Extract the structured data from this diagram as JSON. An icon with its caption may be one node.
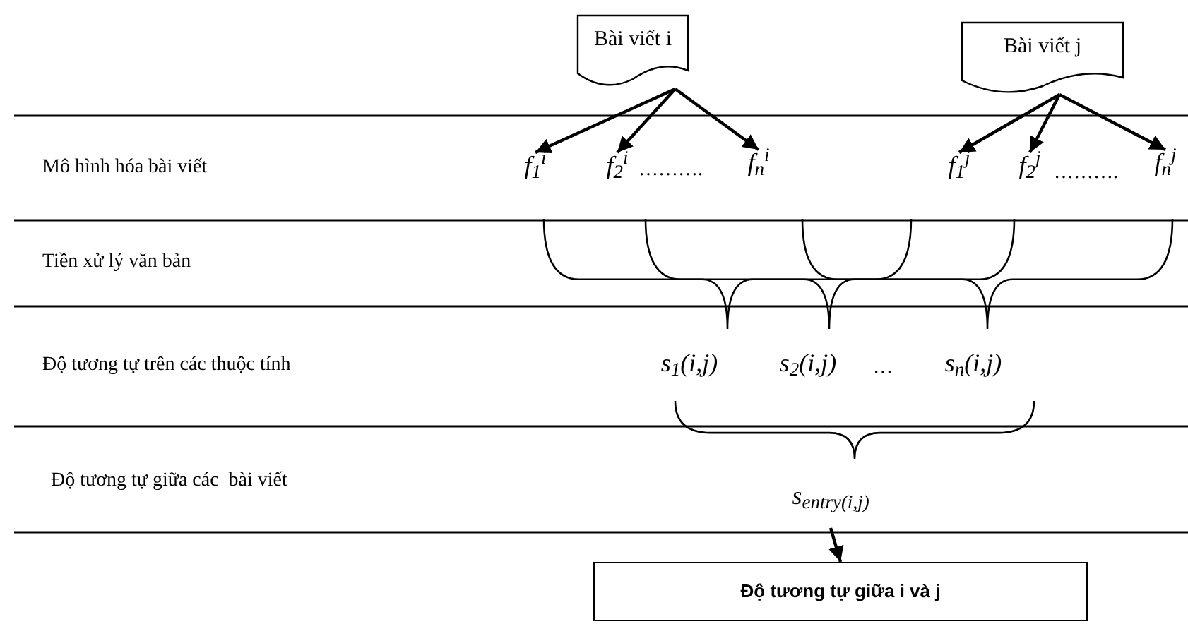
{
  "diagram": {
    "nodes": [
      {
        "text": [
          "Bài viết i"
        ]
      },
      {
        "text": [
          "Bài viết j"
        ]
      },
      {
        "text": [
          "f$_{1}$$^{i}$"
        ]
      },
      {
        "text": [
          "f$_{2}$$^{i}$"
        ]
      },
      {
        "text": [
          "f$_{n}$$^{i}$"
        ]
      },
      {
        "text": [
          "f$_{1}$$^{j}$"
        ]
      },
      {
        "text": [
          "f$_{2}$$^{j}$"
        ]
      },
      {
        "text": [
          "f$_{n}$$^{j}$"
        ]
      },
      {
        "text": [
          "s$_{1}$(i,j)"
        ]
      },
      {
        "text": [
          "s$_{2}$(i,j)"
        ]
      },
      {
        "text": [
          "s$_{n}$(i,j)"
        ]
      },
      {
        "text": [
          "s$_{entry(i,j)}$"
        ]
      },
      {
        "text": [
          "Độ tương tự giữa i và j"
        ]
      }
    ],
    "edges": [
      {
        "from": 0,
        "to": 2,
        "arrow": "to"
      },
      {
        "from": 0,
        "to": 3,
        "arrow": "to"
      },
      {
        "from": 0,
        "to": 4,
        "arrow": "to"
      },
      {
        "from": 1,
        "to": 5,
        "arrow": "to"
      },
      {
        "from": 1,
        "to": 6,
        "arrow": "to"
      },
      {
        "from": 1,
        "to": 7,
        "arrow": "to"
      },
      {
        "from": 11,
        "to": 12,
        "arrow": "to"
      }
    ],
    "labels": [
      "Mô hình hóa bài viết",
      "……….",
      "……….",
      "Tiền xử lý văn bản",
      "Độ tương tự trên các thuộc tính",
      "…",
      "Độ tương tự giữa các  bài viết"
    ]
  }
}
